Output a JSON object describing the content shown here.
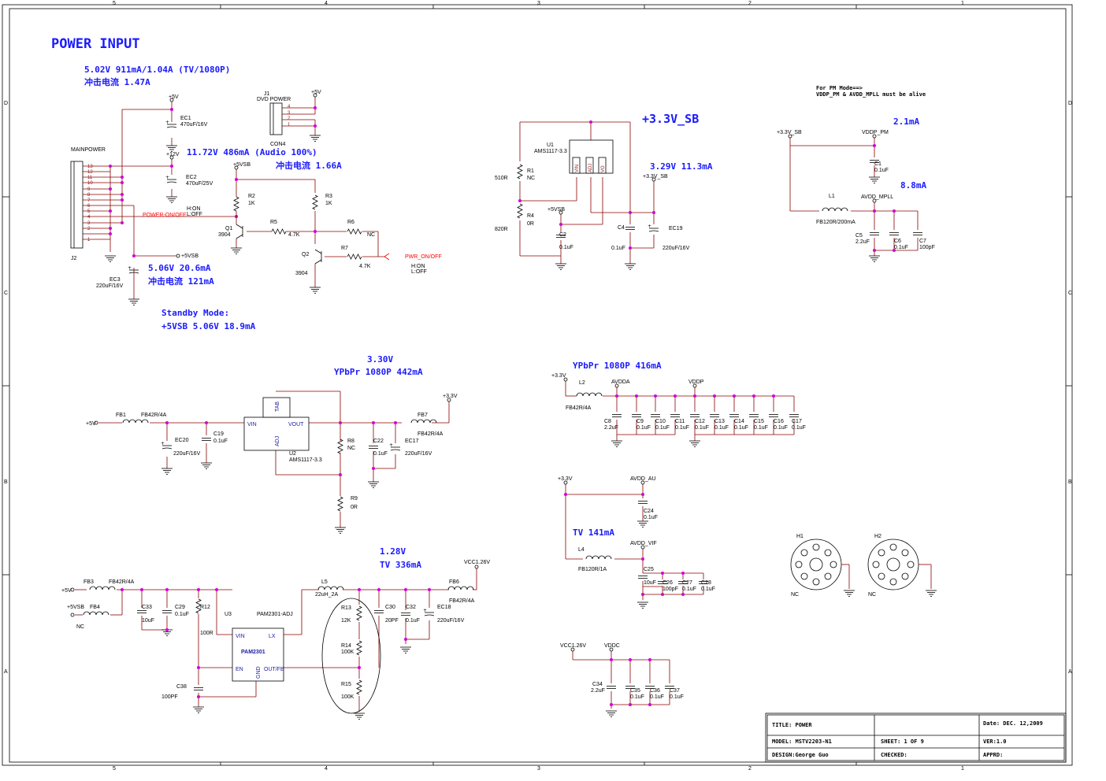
{
  "border": {
    "columns": [
      "5",
      "4",
      "3",
      "2",
      "1"
    ],
    "rows": [
      "D",
      "C",
      "B",
      "A"
    ]
  },
  "title": "POWER INPUT",
  "annotations": {
    "main_5v": "5.02V  911mA/1.04A (TV/1080P)",
    "main_5v_inrush": "冲击电流  1.47A",
    "v12": "11.72V  486mA (Audio 100%)",
    "v12_inrush": "冲击电流  1.66A",
    "v5sb": "5.06V  20.6mA",
    "v5sb_inrush": "冲击电流  121mA",
    "standby_title": "Standby Mode:",
    "standby_value": "+5VSB 5.06V 18.9mA",
    "sb33": "+3.3V_SB",
    "sb33_value": "3.29V  11.3mA",
    "pm_note_1": "For PM Mode==>",
    "pm_note_2": "VDDP_PM & AVDD_MPLL must be alive",
    "pm_current_1": "2.1mA",
    "pm_current_2": "8.8mA",
    "ypbpr_v": "3.30V",
    "ypbpr_i": "YPbPr 1080P  442mA",
    "ypbpr2": "YPbPr 1080P  416mA",
    "tv_v": "1.28V",
    "tv_i": "TV  336mA",
    "tv2": "TV  141mA"
  },
  "labels": {
    "mainpower": "MAINPOWER",
    "j2": "J2",
    "j2_pins": [
      "13",
      "12",
      "11",
      "10",
      "9",
      "8",
      "7",
      "6",
      "5",
      "4",
      "3",
      "2",
      "1"
    ],
    "ec1": "EC1",
    "ec1_v": "470uF/16V",
    "ec2": "EC2",
    "ec2_v": "470uF/25V",
    "ec3": "EC3",
    "ec3_v": "220uF/16V",
    "p5v": "+5V",
    "p12v": "+12V",
    "p5vsb": "+5VSB",
    "p33v": "+3.3V",
    "power_onoff": "POWER-ON/OFF",
    "h_on": "H:ON",
    "l_off": "L:OFF",
    "pwr_onoff": "PWR_ON/OFF",
    "j1": "J1",
    "dvd_power": "DVD POWER",
    "con4": "CON4",
    "con4_pins": [
      "4",
      "3",
      "2",
      "1"
    ],
    "r2": "R2",
    "r2_v": "1K",
    "r3": "R3",
    "r3_v": "1K",
    "r5": "R5",
    "r5_v": "4.7K",
    "r6": "R6",
    "r6_v": "NC",
    "r7": "R7",
    "r7_v": "4.7K",
    "q1": "Q1",
    "q1_v": "3904",
    "q2": "Q2",
    "q2_v": "3904",
    "u1": "U1",
    "u1_v": "AMS1117-3.3",
    "u1_pins": [
      "VIN",
      "ADJ",
      "VO"
    ],
    "r1": "R1",
    "r1_v": "NC",
    "r1_alt": "510R",
    "r4": "R4",
    "r4_v": "0R",
    "r4_alt": "820R",
    "c2": "C2",
    "c2_v": "0.1uF",
    "c4": "C4",
    "c4_v": "0.1uF",
    "ec19": "EC19",
    "ec19_v": "220uF/16V",
    "p33_sb": "+3.3V_SB",
    "vddp_pm": "VDDP_PM",
    "avdd_mpll": "AVDD_MPLL",
    "c1": "C1",
    "c1_v": "0.1uF",
    "l1": "L1",
    "l1_v": "FB120R/200mA",
    "c5": "C5",
    "c5_v": "2.2uF",
    "c6": "C6",
    "c6_v": "0.1uF",
    "c7": "C7",
    "c7_v": "100pF",
    "fb1": "FB1",
    "fb1_v": "FB42R/4A",
    "ec20": "EC20",
    "ec20_v": "220uF/16V",
    "c19": "C19",
    "c19_v": "0.1uF",
    "u2": "U2",
    "u2_v": "AMS1117-3.3",
    "u2_tab": "TAB",
    "u2_vin": "VIN",
    "u2_vout": "VOUT",
    "u2_adj": "ADJ",
    "r8": "R8",
    "r8_v": "NC",
    "r9": "R9",
    "r9_v": "0R",
    "c22": "C22",
    "c22_v": "0.1uF",
    "ec17": "EC17",
    "ec17_v": "220uF/16V",
    "fb7": "FB7",
    "fb7_v": "FB42R/4A",
    "l2": "L2",
    "l2_v": "FB42R/4A",
    "avdda": "AVDDA",
    "vddp": "VDDP",
    "caps_row": [
      {
        "n": "C8",
        "v": "2.2uF"
      },
      {
        "n": "C9",
        "v": "0.1uF"
      },
      {
        "n": "C10",
        "v": "0.1uF"
      },
      {
        "n": "C11",
        "v": "0.1uF"
      },
      {
        "n": "C12",
        "v": "0.1uF"
      },
      {
        "n": "C13",
        "v": "0.1uF"
      },
      {
        "n": "C14",
        "v": "0.1uF"
      },
      {
        "n": "C15",
        "v": "0.1uF"
      },
      {
        "n": "C16",
        "v": "0.1uF"
      },
      {
        "n": "C17",
        "v": "0.1uF"
      }
    ],
    "avdd_au": "AVDD_AU",
    "c24": "C24",
    "c24_v": "0.1uF",
    "l4": "L4",
    "l4_v": "FB120R/1A",
    "avdd_vif": "AVDD_VIF",
    "caps_vif": [
      {
        "n": "C25",
        "v": "10uF"
      },
      {
        "n": "C26",
        "v": "100pF"
      },
      {
        "n": "C27",
        "v": "0.1uF"
      },
      {
        "n": "C28",
        "v": "0.1uF"
      }
    ],
    "h1": "H1",
    "h2": "H2",
    "nc": "NC",
    "fb3": "FB3",
    "fb3_v": "FB42R/4A",
    "fb4": "FB4",
    "fb4_nc": "NC",
    "c33": "C33",
    "c33_v": "10uF",
    "c29": "C29",
    "c29_v": "0.1uF",
    "r12": "R12",
    "r12_v": "100R",
    "u3": "U3",
    "u3_v": "PAM2301-ADJ",
    "u3_chip": "PAM2301",
    "u3_vin": "VIN",
    "u3_lx": "LX",
    "u3_en": "EN",
    "u3_gnd": "GND",
    "u3_out": "OUT/FB",
    "c38": "C38",
    "c38_v": "100PF",
    "l5": "L5",
    "l5_v": "22uH_2A",
    "r13": "R13",
    "r13_v": "12K",
    "r14": "R14",
    "r14_v": "100K",
    "r15": "R15",
    "r15_v": "100K",
    "c30": "C30",
    "c30_v": "20PF",
    "c32": "C32",
    "c32_v": "0.1uF",
    "ec18": "EC18",
    "ec18_v": "220uF/16V",
    "fb6": "FB6",
    "fb6_v": "FB42R/4A",
    "vcc126": "VCC1.26V",
    "vddc": "VDDC",
    "caps_vddc": [
      {
        "n": "C34",
        "v": "2.2uF"
      },
      {
        "n": "C35",
        "v": "0.1uF"
      },
      {
        "n": "C36",
        "v": "0.1uF"
      },
      {
        "n": "C37",
        "v": "0.1uF"
      }
    ]
  },
  "title_block": {
    "title": "TITLE: POWER",
    "date": "Date:  DEC. 12,2009",
    "model": "MODEL: MSTV2203-N1",
    "sheet": "SHEET:      1   OF   9",
    "ver": "VER:1.0",
    "design": "DESIGN:George Guo",
    "checked": "CHECKED:",
    "apprd": "APPRD:"
  },
  "colors": {
    "wire": "#8b0000",
    "junction": "#d400d4",
    "annotation": "#1a1aff",
    "net_red": "#ff0000"
  }
}
